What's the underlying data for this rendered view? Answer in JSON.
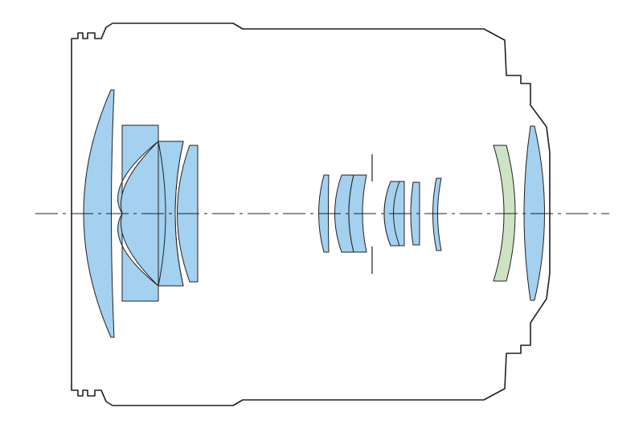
{
  "diagram": {
    "type": "lens-optical-cross-section",
    "colors": {
      "background": "#ffffff",
      "outline": "#231f20",
      "standard_element": "#a3d1ef",
      "special_element": "#cde3c3"
    },
    "elements": [
      {
        "id": "front-meniscus",
        "kind": "standard"
      },
      {
        "id": "negative-concave-element",
        "kind": "standard"
      },
      {
        "id": "cemented-wedge-element",
        "kind": "standard"
      },
      {
        "id": "front-group-rear-element",
        "kind": "standard"
      },
      {
        "id": "mid-biconvex-element",
        "kind": "standard"
      },
      {
        "id": "mid-cemented-pair-front",
        "kind": "standard"
      },
      {
        "id": "mid-cemented-pair-rear",
        "kind": "standard"
      },
      {
        "id": "rear-group-element-1",
        "kind": "standard"
      },
      {
        "id": "rear-group-element-2",
        "kind": "standard"
      },
      {
        "id": "rear-group-element-3",
        "kind": "standard"
      },
      {
        "id": "rear-group-meniscus",
        "kind": "standard"
      },
      {
        "id": "aspherical-element",
        "kind": "special"
      },
      {
        "id": "rear-biconvex-element",
        "kind": "standard"
      }
    ]
  }
}
